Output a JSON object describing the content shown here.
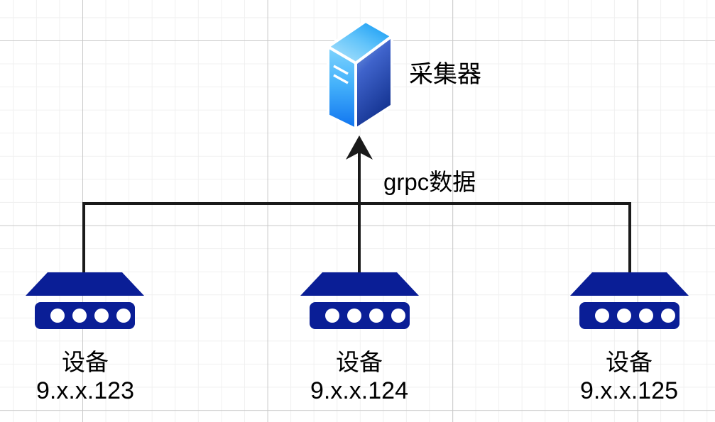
{
  "diagram": {
    "title": "grpc data collection topology",
    "background": "#ffffff",
    "grid_color_minor": "#f0f0f0",
    "grid_color_major": "#c9c9c9",
    "wire_color": "#1a1a1a",
    "device_color": "#0a1e96",
    "server": {
      "icon": "server-icon",
      "label": "采集器",
      "gradient_top_light": "#a8e0fb",
      "gradient_top_bright": "#1e9cf5",
      "gradient_left_light": "#5ec8fb",
      "gradient_left_deep": "#1179f0",
      "gradient_front_light": "#6d97e0",
      "gradient_front_deep": "#12308f"
    },
    "edge": {
      "label": "grpc数据",
      "direction": "up"
    },
    "devices": [
      {
        "icon": "switch-icon",
        "name": "设备",
        "ip": "9.x.x.123",
        "ports": 4
      },
      {
        "icon": "switch-icon",
        "name": "设备",
        "ip": "9.x.x.124",
        "ports": 4
      },
      {
        "icon": "switch-icon",
        "name": "设备",
        "ip": "9.x.x.125",
        "ports": 4
      }
    ]
  }
}
